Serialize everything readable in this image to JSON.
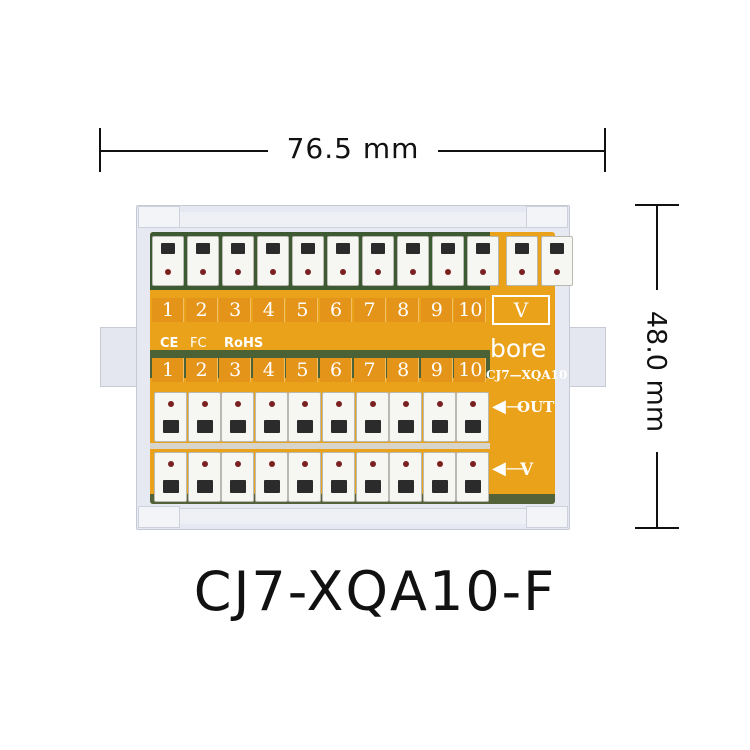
{
  "dimensions": {
    "width_label": "76.5 mm",
    "height_label": "48.0 mm"
  },
  "board": {
    "upper_numbers": [
      "1",
      "2",
      "3",
      "4",
      "5",
      "6",
      "7",
      "8",
      "9",
      "10"
    ],
    "lower_numbers": [
      "1",
      "2",
      "3",
      "4",
      "5",
      "6",
      "7",
      "8",
      "9",
      "10"
    ],
    "certifications": [
      "CE",
      "FC",
      "RoHS"
    ],
    "voltage_label": "V",
    "brand": "bore",
    "model_small": "CJ7—XQA10",
    "out_label": "OUT",
    "v_label": "V"
  },
  "product_model": "CJ7-XQA10-F",
  "colors": {
    "pcb": "#e9a21a",
    "housing": "#e6e9f1",
    "pcb_dark": "#3d5a32"
  }
}
